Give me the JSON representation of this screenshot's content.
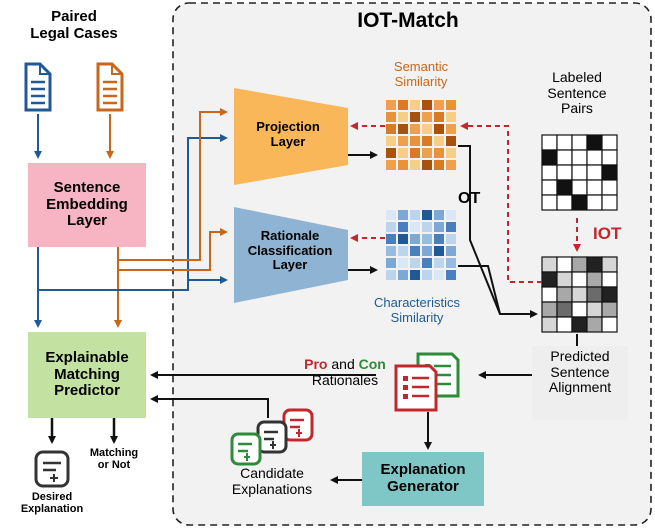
{
  "title": "IOT-Match",
  "inputs": {
    "paired_cases_line1": "Paired",
    "paired_cases_line2": "Legal Cases"
  },
  "sentence_embedding": {
    "line1": "Sentence",
    "line2": "Embedding",
    "line3": "Layer"
  },
  "projection_layer": {
    "line1": "Projection",
    "line2": "Layer"
  },
  "rationale_layer": {
    "line1": "Rationale",
    "line2": "Classification",
    "line3": "Layer"
  },
  "semantic_similarity": {
    "line1": "Semantic",
    "line2": "Similarity"
  },
  "characteristics_similarity": {
    "line1": "Characteristics",
    "line2": "Similarity"
  },
  "ot_label": "OT",
  "iot_label": "IOT",
  "labeled_pairs": {
    "line1": "Labeled",
    "line2": "Sentence",
    "line3": "Pairs"
  },
  "predicted_alignment": {
    "line1": "Predicted",
    "line2": "Sentence",
    "line3": "Alignment"
  },
  "rationales": {
    "pro": "Pro",
    "and": " and ",
    "con": "Con",
    "line2": "Rationales"
  },
  "predictor": {
    "line1": "Explainable",
    "line2": "Matching",
    "line3": "Predictor"
  },
  "explanation_generator": {
    "line1": "Explanation",
    "line2": "Generator"
  },
  "candidate_explanations": {
    "line1": "Candidate",
    "line2": "Explanations"
  },
  "desired_explanation": {
    "line1": "Desired",
    "line2": "Explanation"
  },
  "matching_or_not": {
    "line1": "Matching",
    "line2": "or Not"
  },
  "colors": {
    "embedding_fill": "#f7b5c4",
    "predictor_fill": "#c3e2a2",
    "projection_fill": "#f9b75a",
    "rationale_fill": "#8fb3d3",
    "generator_fill": "#7fc6c6",
    "orange": "#c8671b",
    "blue": "#1f5a96",
    "red": "#c0282d",
    "green": "#2e8b3a",
    "panel_fill": "#f2f2f2",
    "alignment_bg": "#eeeeee"
  }
}
